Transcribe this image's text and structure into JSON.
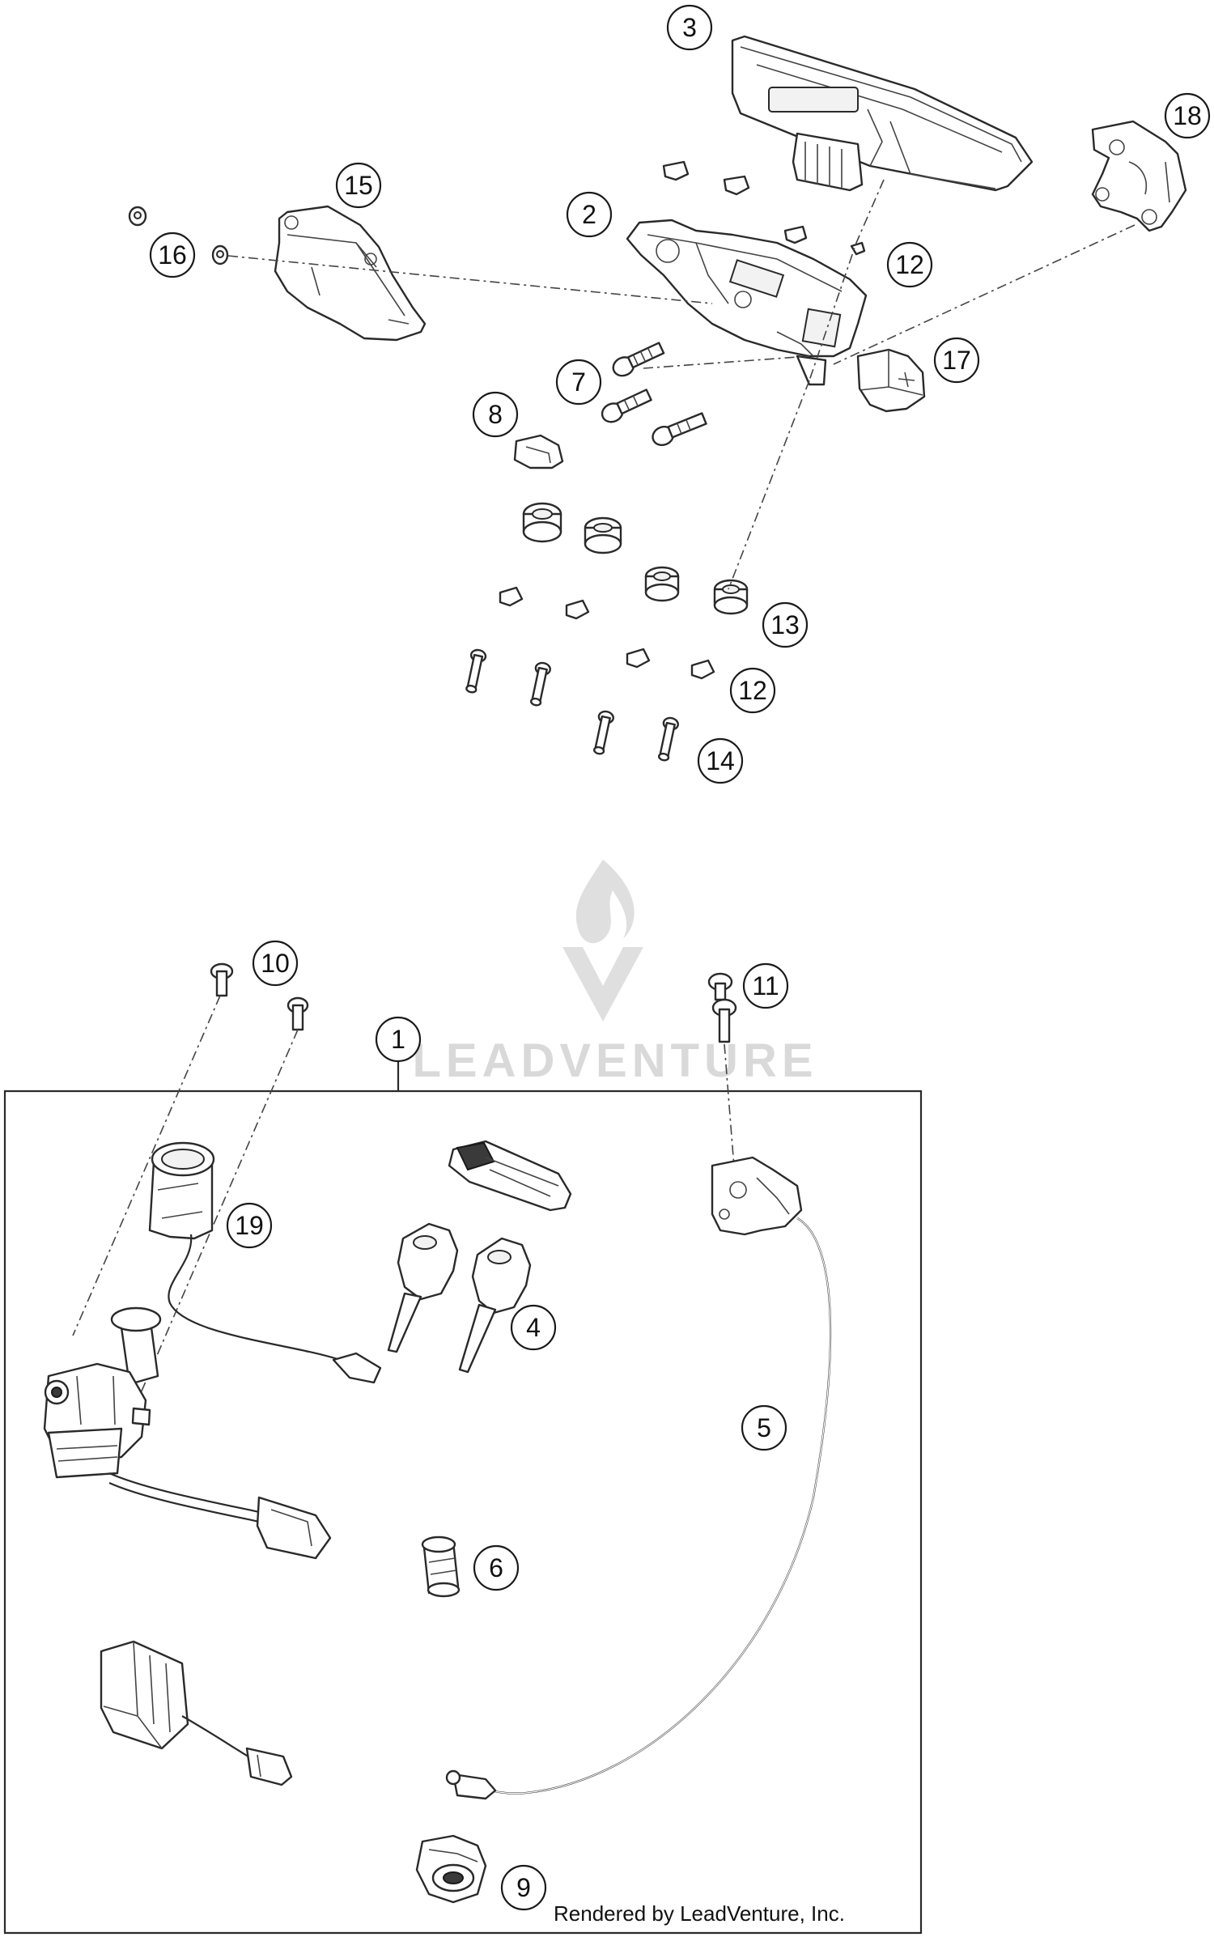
{
  "diagram": {
    "callouts": [
      {
        "id": "c1",
        "label": "1"
      },
      {
        "id": "c2",
        "label": "2"
      },
      {
        "id": "c3",
        "label": "3"
      },
      {
        "id": "c4",
        "label": "4"
      },
      {
        "id": "c5",
        "label": "5"
      },
      {
        "id": "c6",
        "label": "6"
      },
      {
        "id": "c7",
        "label": "7"
      },
      {
        "id": "c8",
        "label": "8"
      },
      {
        "id": "c9",
        "label": "9"
      },
      {
        "id": "c10",
        "label": "10"
      },
      {
        "id": "c11",
        "label": "11"
      },
      {
        "id": "c12a",
        "label": "12"
      },
      {
        "id": "c12b",
        "label": "12"
      },
      {
        "id": "c13",
        "label": "13"
      },
      {
        "id": "c14",
        "label": "14"
      },
      {
        "id": "c15",
        "label": "15"
      },
      {
        "id": "c16",
        "label": "16"
      },
      {
        "id": "c17",
        "label": "17"
      },
      {
        "id": "c18",
        "label": "18"
      },
      {
        "id": "c19",
        "label": "19"
      }
    ]
  },
  "watermark": {
    "text": "LEADVENTURE",
    "logo_icon": "flame-v-logo-icon"
  },
  "footer": {
    "credit": "Rendered by LeadVenture, Inc."
  },
  "colors": {
    "line": "#2a2a2a",
    "watermark": "#d9d9d9",
    "background": "#ffffff"
  }
}
